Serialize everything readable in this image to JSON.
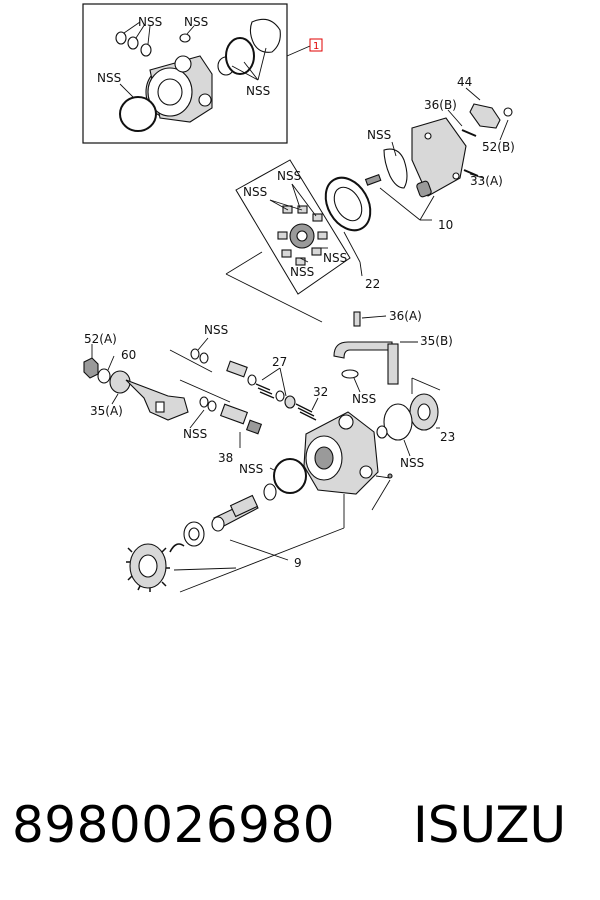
{
  "callouts": {
    "nss": "NSS",
    "ref_box": "1",
    "p44": "44",
    "p36b": "36(B)",
    "p52b": "52(B)",
    "p33a": "33(A)",
    "p10": "10",
    "p22": "22",
    "p36a": "36(A)",
    "p35b": "35(B)",
    "p52a": "52(A)",
    "p60": "60",
    "p35a": "35(A)",
    "p27": "27",
    "p32": "32",
    "p38": "38",
    "p23": "23",
    "p9": "9"
  },
  "caption": {
    "part_number": "8980026980",
    "brand": "ISUZU"
  }
}
